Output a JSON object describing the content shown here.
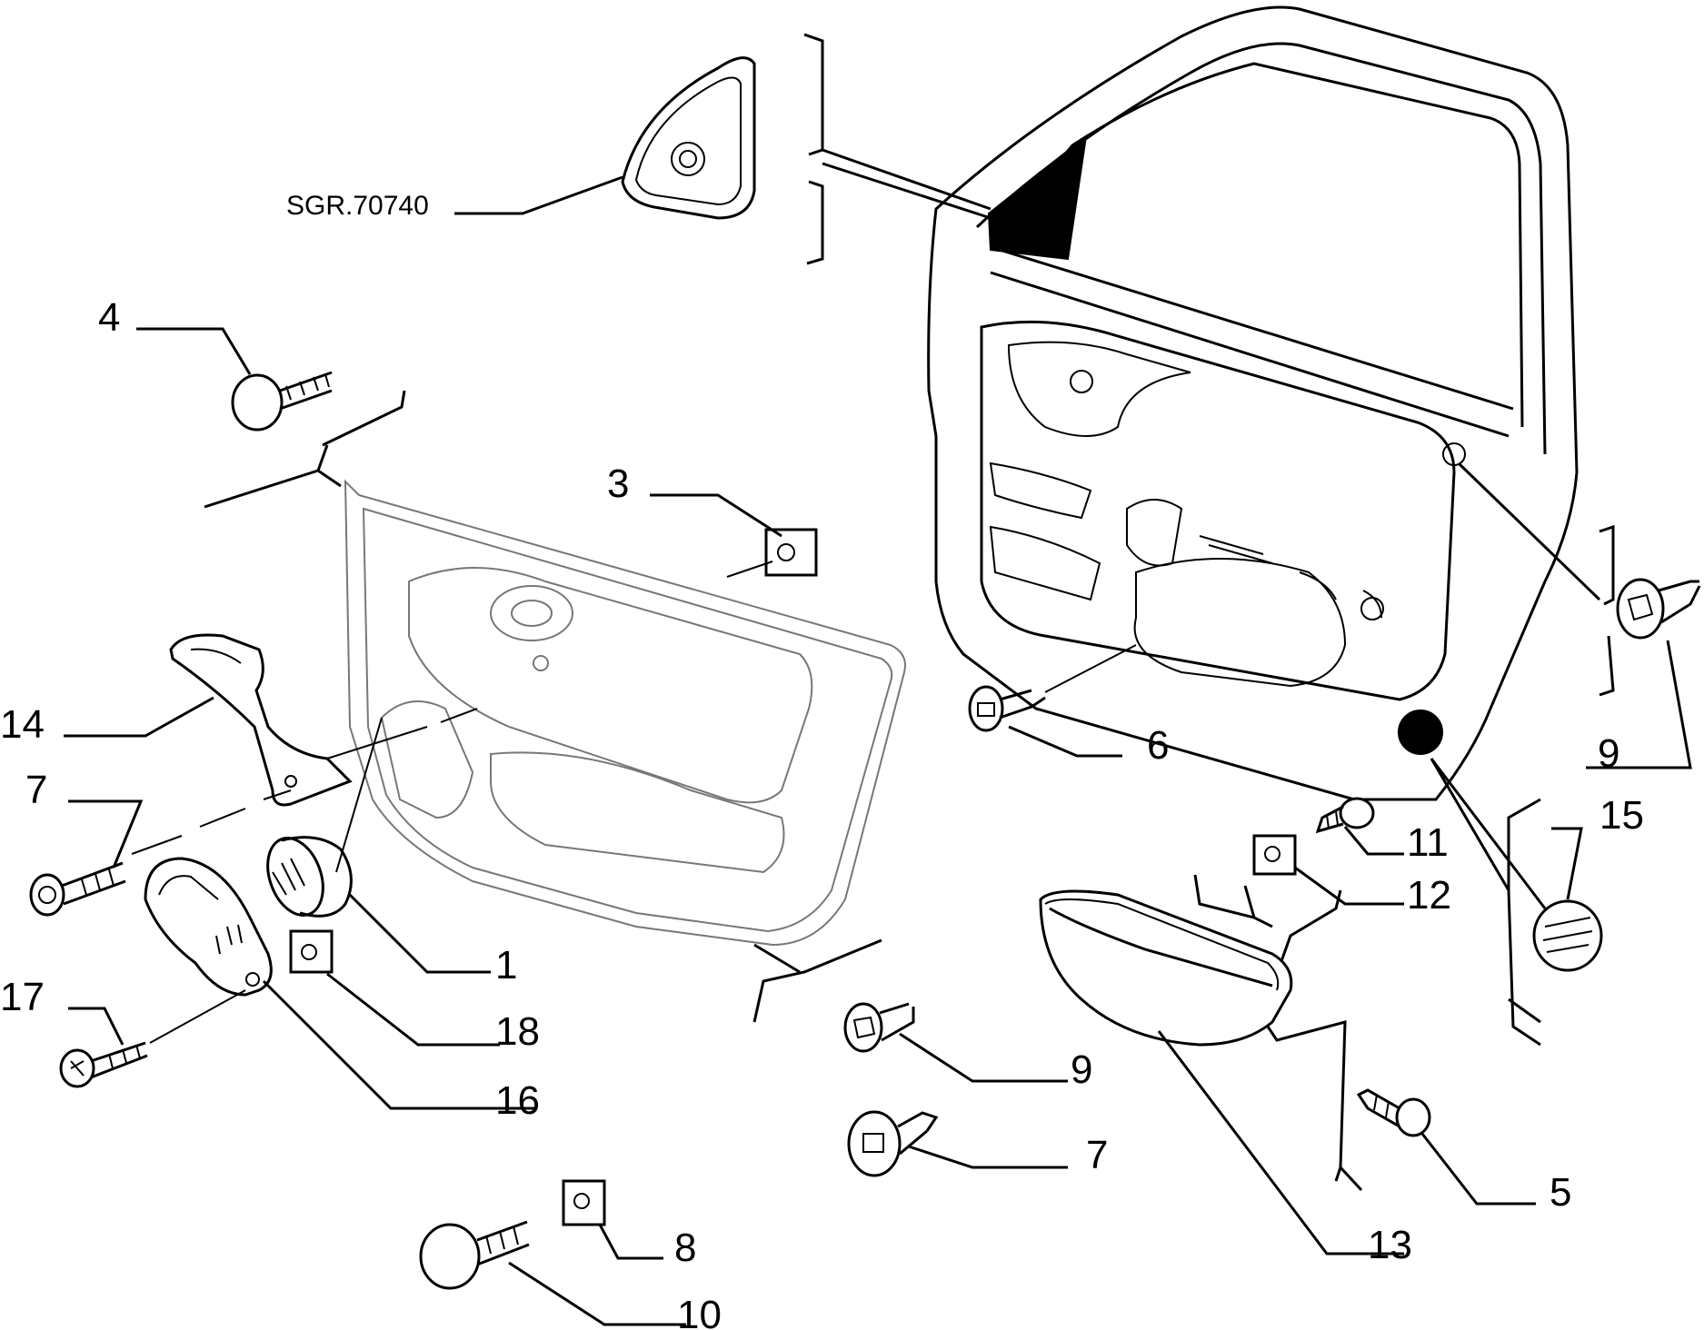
{
  "diagram": {
    "reference_label": "SGR.70740",
    "callouts": {
      "c4": "4",
      "c3": "3",
      "c14": "14",
      "c7_left": "7",
      "c17": "17",
      "c1": "1",
      "c18": "18",
      "c16": "16",
      "c6": "6",
      "c9_right": "9",
      "c15": "15",
      "c11": "11",
      "c12": "12",
      "c9_mid": "9",
      "c7_mid": "7",
      "c5": "5",
      "c13": "13",
      "c8": "8",
      "c10": "10"
    }
  }
}
